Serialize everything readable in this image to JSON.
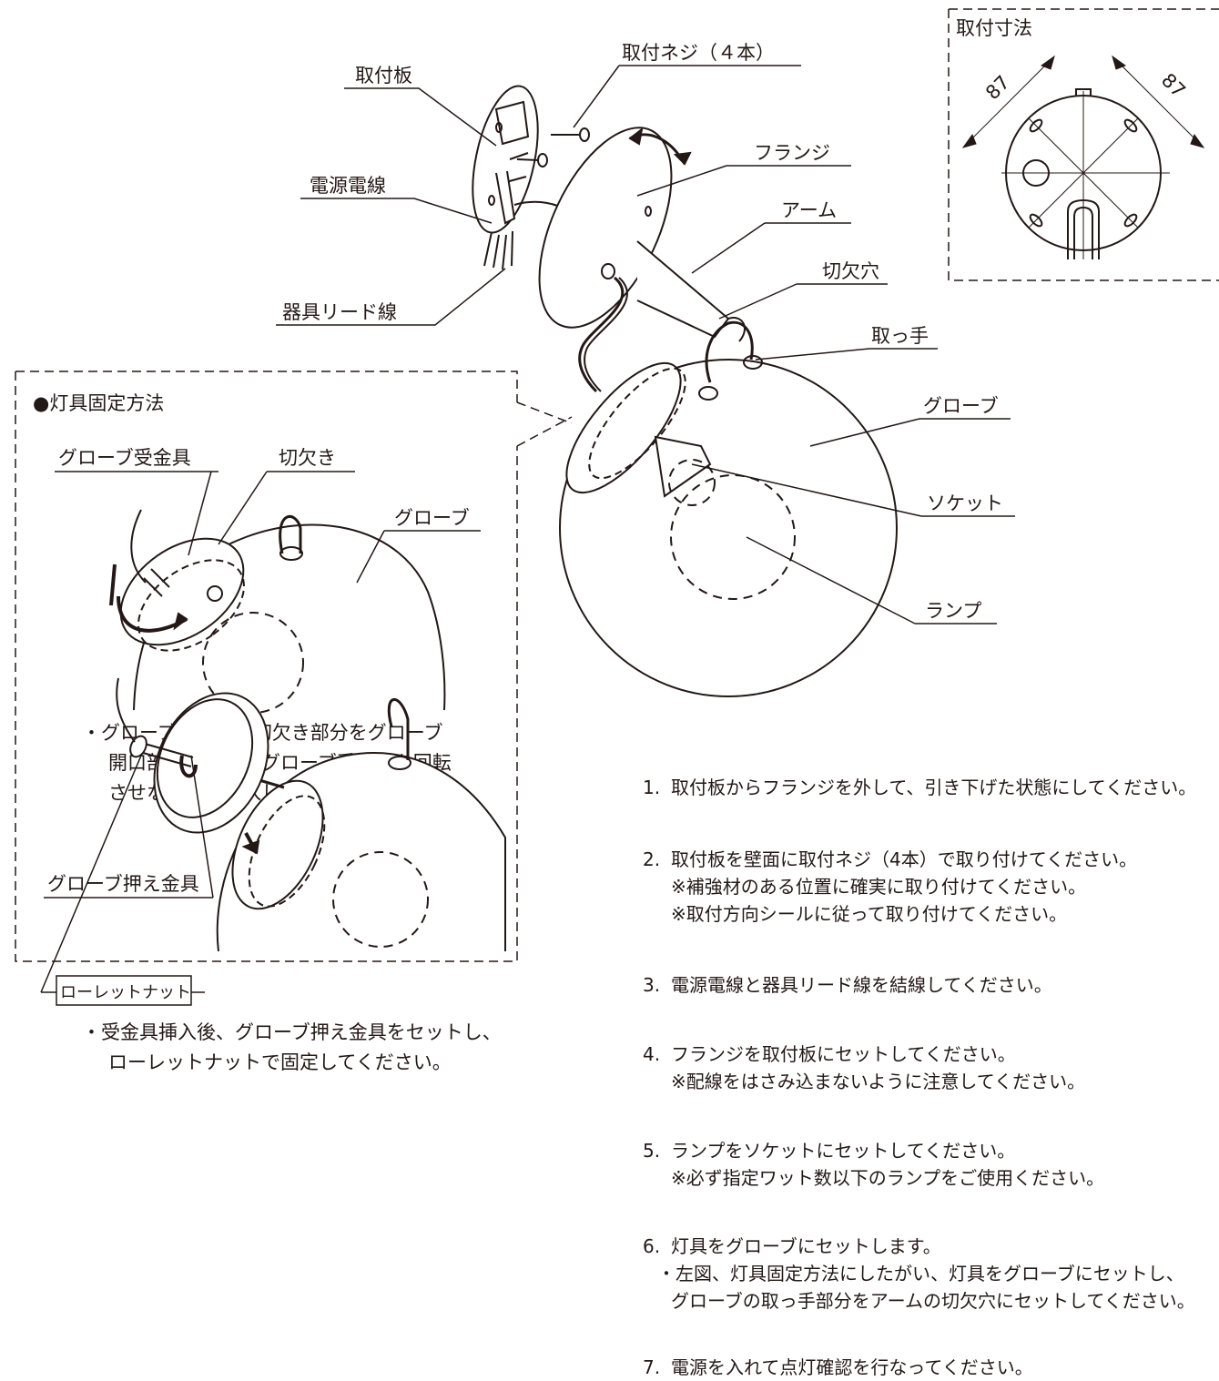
{
  "labels": {
    "mounting_plate": "取付板",
    "mounting_screws": "取付ネジ（４本）",
    "flange": "フランジ",
    "power_wire": "電源電線",
    "arm": "アーム",
    "notch_hole": "切欠穴",
    "fixture_lead_wire": "器具リード線",
    "handle": "取っ手",
    "globe": "グローブ",
    "socket": "ソケット",
    "lamp": "ランプ"
  },
  "dimensions": {
    "title": "取付寸法",
    "dim_left": "87",
    "dim_right": "87"
  },
  "fix_method": {
    "title": "●灯具固定方法",
    "globe_receiver": "グローブ受金具",
    "notch": "切欠き",
    "globe": "グローブ",
    "note1_line1": "・グローブ受金具の切欠き部分をグローブ",
    "note1_line2": "開口部に挿入し、グローブ受金具を回転",
    "note1_line3": "させながら、挿入してください。",
    "globe_holder": "グローブ押え金具",
    "knurled_nut": "ローレットナット",
    "note2_line1": "・受金具挿入後、グローブ押え金具をセットし、",
    "note2_line2": "ローレットナットで固定してください。"
  },
  "steps": {
    "s1_num": "1.",
    "s1_text": "取付板からフランジを外して、引き下げた状態にしてください。",
    "s2_num": "2.",
    "s2_text": "取付板を壁面に取付ネジ（4本）で取り付けてください。",
    "s2_sub1": "※補強材のある位置に確実に取り付けてください。",
    "s2_sub2": "※取付方向シールに従って取り付けてください。",
    "s3_num": "3.",
    "s3_text": "電源電線と器具リード線を結線してください。",
    "s4_num": "4.",
    "s4_text": "フランジを取付板にセットしてください。",
    "s4_sub1": "※配線をはさみ込まないように注意してください。",
    "s5_num": "5.",
    "s5_text": "ランプをソケットにセットしてください。",
    "s5_sub1": "※必ず指定ワット数以下のランプをご使用ください。",
    "s6_num": "6.",
    "s6_text": "灯具をグローブにセットします。",
    "s6_sub1": "・左図、灯具固定方法にしたがい、灯具をグローブにセットし、",
    "s6_sub2": "グローブの取っ手部分をアームの切欠穴にセットしてください。",
    "s7_num": "7.",
    "s7_text": "電源を入れて点灯確認を行なってください。"
  }
}
